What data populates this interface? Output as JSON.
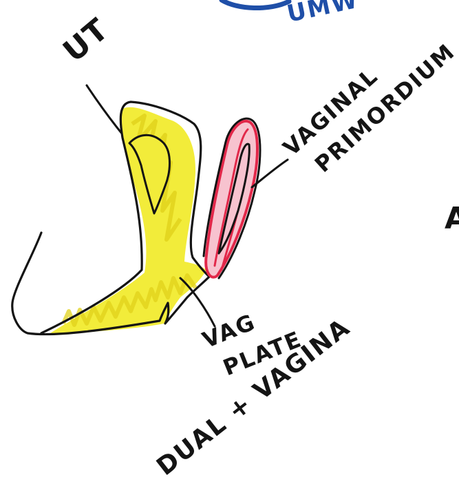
{
  "labels": {
    "top_partial": "UMW",
    "ut": "UT",
    "vaginal_primordium_line1": "VAGINAL",
    "vaginal_primordium_line2": "PRIMORDIUM",
    "vag_plate_line1": "VAG",
    "vag_plate_line2": "PLATE",
    "dual_vagina": "DUAL + VAGINA",
    "right_edge_partial": "A"
  },
  "colors": {
    "ink": "#141414",
    "blue_ink": "#1f4fa8",
    "yellow_fill": "#f2ec3a",
    "pink_fill": "#f7c3cf",
    "red_ink": "#e2284a"
  }
}
